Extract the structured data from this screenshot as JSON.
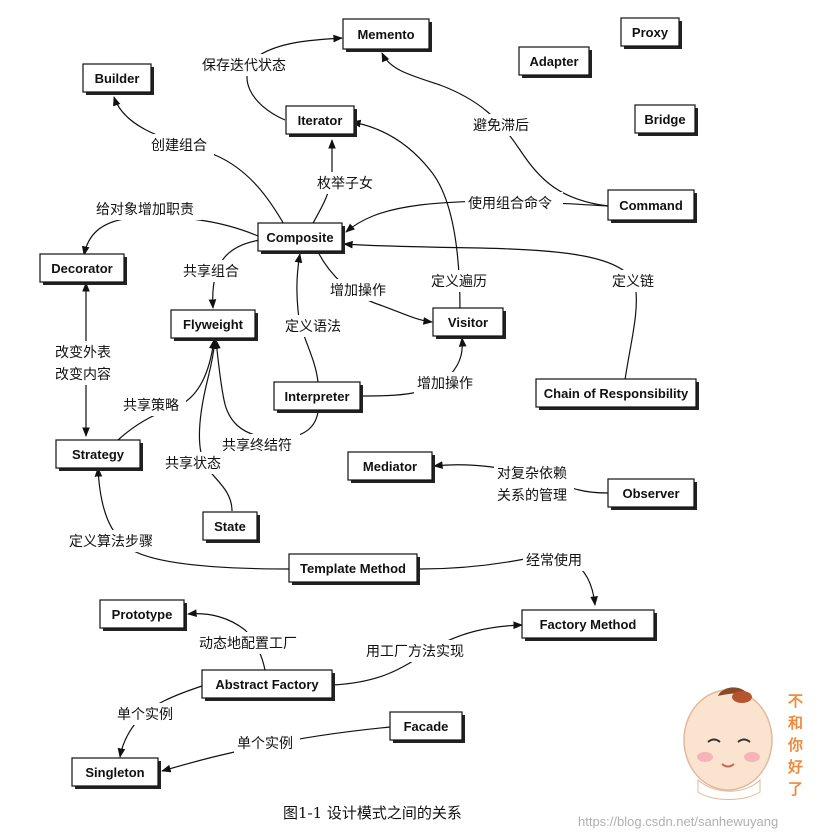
{
  "nodes": {
    "memento": "Memento",
    "proxy": "Proxy",
    "builder": "Builder",
    "adapter": "Adapter",
    "iterator": "Iterator",
    "bridge": "Bridge",
    "command": "Command",
    "composite": "Composite",
    "decorator": "Decorator",
    "flyweight": "Flyweight",
    "visitor": "Visitor",
    "interpreter": "Interpreter",
    "chain": "Chain of Responsibility",
    "strategy": "Strategy",
    "mediator": "Mediator",
    "observer": "Observer",
    "state": "State",
    "template": "Template Method",
    "prototype": "Prototype",
    "factory_method": "Factory Method",
    "abstract_factory": "Abstract Factory",
    "facade": "Facade",
    "singleton": "Singleton"
  },
  "labels": {
    "save_iter_state": "保存迭代状态",
    "avoid_lag": "避免滞后",
    "create_composite": "创建组合",
    "enumerate_children": "枚举子女",
    "add_responsibility": "给对象增加职责",
    "use_composite_cmd": "使用组合命令",
    "share_composite": "共享组合",
    "define_traversal": "定义遍历",
    "define_chain": "定义链",
    "add_operation_1": "增加操作",
    "define_grammar": "定义语法",
    "change_skin": "改变外表",
    "change_guts": "改变内容",
    "share_strategy": "共享策略",
    "add_operation_2": "增加操作",
    "share_terminal": "共享终结符",
    "share_state": "共享状态",
    "complex_dependency_1": "对复杂依赖",
    "complex_dependency_2": "关系的管理",
    "define_algo_steps": "定义算法步骤",
    "often_use": "经常使用",
    "dynamic_config": "动态地配置工厂",
    "implement_factory_method": "用工厂方法实现",
    "single_instance_1": "单个实例",
    "single_instance_2": "单个实例"
  },
  "caption": "图1-1   设计模式之间的关系",
  "watermark": "https://blog.csdn.net/sanhewuyang",
  "sticker": {
    "text_chars": [
      "不",
      "和",
      "你",
      "好",
      "了"
    ]
  }
}
